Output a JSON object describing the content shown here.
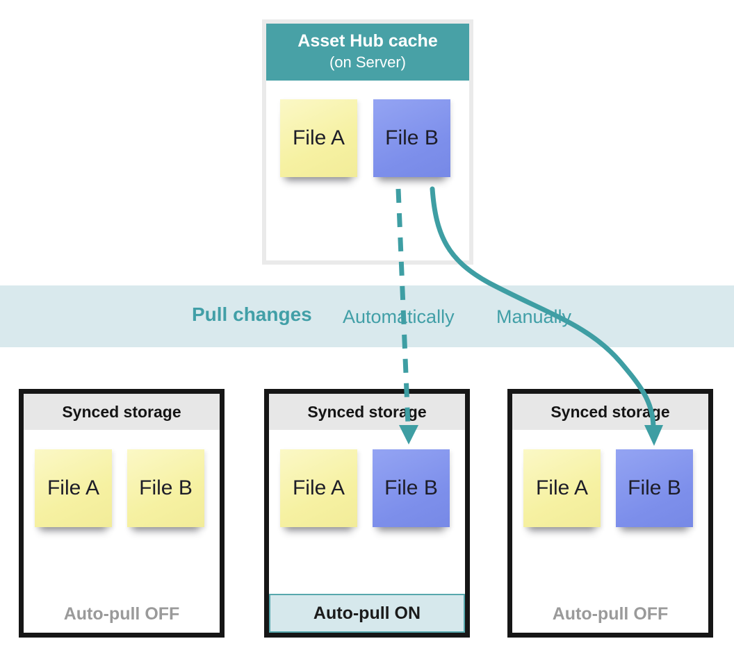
{
  "colors": {
    "teal_arrow": "#3e9ea3",
    "teal_header": "#48a1a6",
    "teal_text": "#419fa7",
    "band_background": "#d9e9ed",
    "note_yellow": "#f6f1a2",
    "note_blue": "#7d8feb",
    "storage_header_gray": "#e7e7e7",
    "status_off_text": "#9a9a9a",
    "status_on_background": "#d6e8ec",
    "box_border_black": "#161616",
    "hub_border_gray": "#eaeaea"
  },
  "asset_hub": {
    "title": "Asset Hub cache",
    "subtitle": "(on Server)",
    "files": [
      {
        "label": "File A",
        "color": "#f6f1a2"
      },
      {
        "label": "File B",
        "color": "#7d8feb"
      }
    ]
  },
  "band": {
    "title": "Pull changes",
    "automatic_label": "Automatically",
    "manual_label": "Manually"
  },
  "arrows": [
    {
      "name": "automatic-pull-arrow",
      "style": "dashed"
    },
    {
      "name": "manual-pull-arrow",
      "style": "solid"
    }
  ],
  "storages": [
    {
      "title": "Synced storage",
      "status": "Auto-pull OFF",
      "auto_pull": false,
      "files": [
        {
          "label": "File A",
          "color": "#f6f1a2"
        },
        {
          "label": "File B",
          "color": "#f6f1a2"
        }
      ]
    },
    {
      "title": "Synced storage",
      "status": "Auto-pull ON",
      "auto_pull": true,
      "files": [
        {
          "label": "File A",
          "color": "#f6f1a2"
        },
        {
          "label": "File B",
          "color": "#7d8feb"
        }
      ]
    },
    {
      "title": "Synced storage",
      "status": "Auto-pull OFF",
      "auto_pull": false,
      "files": [
        {
          "label": "File A",
          "color": "#f6f1a2"
        },
        {
          "label": "File B",
          "color": "#7d8feb"
        }
      ]
    }
  ]
}
